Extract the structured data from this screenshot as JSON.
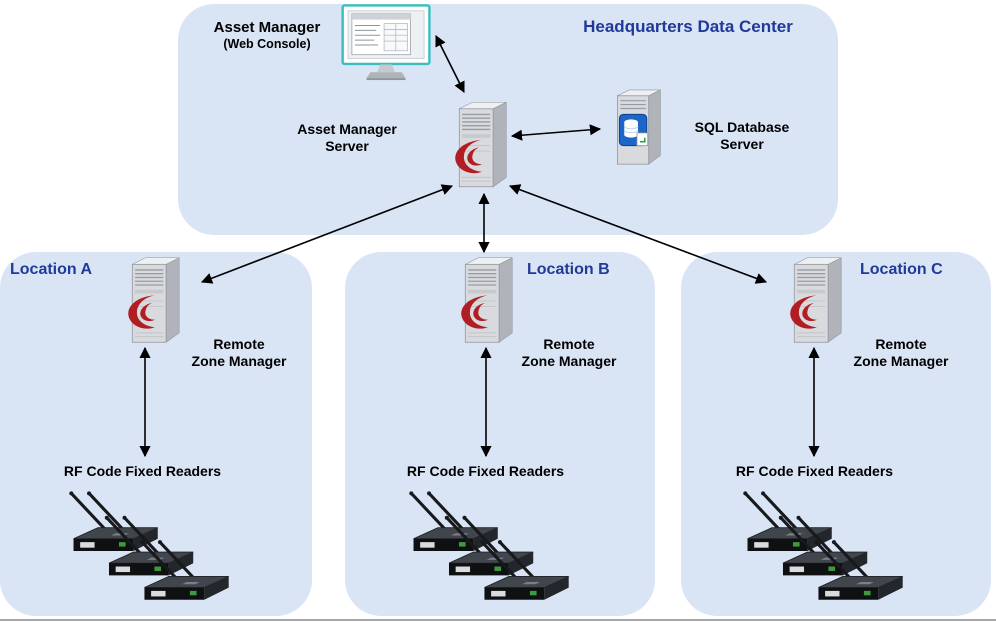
{
  "colors": {
    "panel_bg": "#d9e4f5",
    "title_blue": "#1f3a9b",
    "connector": "#000000",
    "logo_red": "#b01e23",
    "monitor_teal": "#3bbdbd",
    "sql_badge_blue": "#1c66c9"
  },
  "hq": {
    "title": "Headquarters Data Center",
    "console_label_line1": "Asset Manager",
    "console_label_line2": "(Web Console)",
    "server_label_line1": "Asset Manager",
    "server_label_line2": "Server",
    "sql_label_line1": "SQL Database",
    "sql_label_line2": "Server"
  },
  "locations": [
    {
      "title": "Location A",
      "manager_line1": "Remote",
      "manager_line2": "Zone Manager",
      "readers_label": "RF Code Fixed Readers"
    },
    {
      "title": "Location B",
      "manager_line1": "Remote",
      "manager_line2": "Zone Manager",
      "readers_label": "RF Code Fixed Readers"
    },
    {
      "title": "Location C",
      "manager_line1": "Remote",
      "manager_line2": "Zone Manager",
      "readers_label": "RF Code Fixed Readers"
    }
  ]
}
